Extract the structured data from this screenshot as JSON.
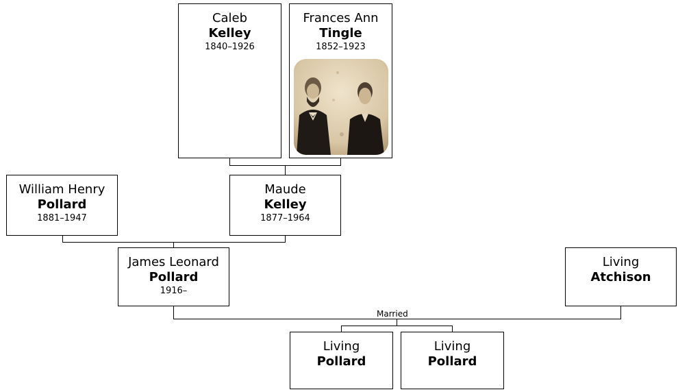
{
  "people": {
    "caleb": {
      "given": "Caleb",
      "surname": "Kelley",
      "dates": "1840–1926"
    },
    "frances": {
      "given": "Frances Ann",
      "surname": "Tingle",
      "dates": "1852–1923"
    },
    "william": {
      "given": "William Henry",
      "surname": "Pollard",
      "dates": "1881–1947"
    },
    "maude": {
      "given": "Maude",
      "surname": "Kelley",
      "dates": "1877–1964"
    },
    "james": {
      "given": "James Leonard",
      "surname": "Pollard",
      "dates": "1916–"
    },
    "living_atchison": {
      "given": "Living",
      "surname": "Atchison"
    },
    "child1": {
      "given": "Living",
      "surname": "Pollard"
    },
    "child2": {
      "given": "Living",
      "surname": "Pollard"
    }
  },
  "married_label": "Married",
  "colors": {
    "line": "#000000",
    "photo_tint": "#c9b38f"
  }
}
